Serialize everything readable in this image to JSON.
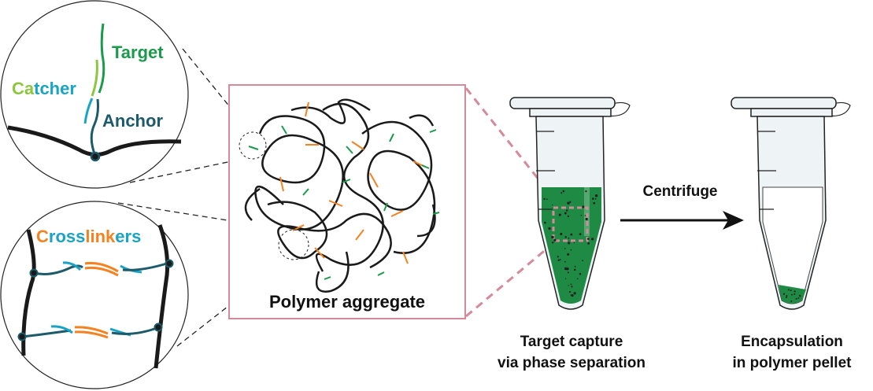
{
  "colors": {
    "target": "#1a9a4a",
    "catcher_green": "#8dc63f",
    "catcher_blue": "#1aa3c4",
    "anchor": "#1d5a6a",
    "crosslinker_orange": "#f58220",
    "crosslinker_blue": "#1aa3c4",
    "frame_pink": "#d48a9a",
    "liquid": "#1f8a44"
  },
  "zoom_top": {
    "target_label": "Target",
    "catcher_label_part1": "Ca",
    "catcher_label_part2": "tcher",
    "anchor_label": "Anchor"
  },
  "zoom_bottom": {
    "crosslinkers_parts": [
      "C",
      "ross",
      "link",
      "ers"
    ]
  },
  "aggregate": {
    "label": "Polymer aggregate"
  },
  "step_arrow": {
    "label": "Centrifuge"
  },
  "tube1": {
    "caption_line1": "Target capture",
    "caption_line2": "via phase separation"
  },
  "tube2": {
    "caption_line1": "Encapsulation",
    "caption_line2": "in polymer pellet"
  }
}
